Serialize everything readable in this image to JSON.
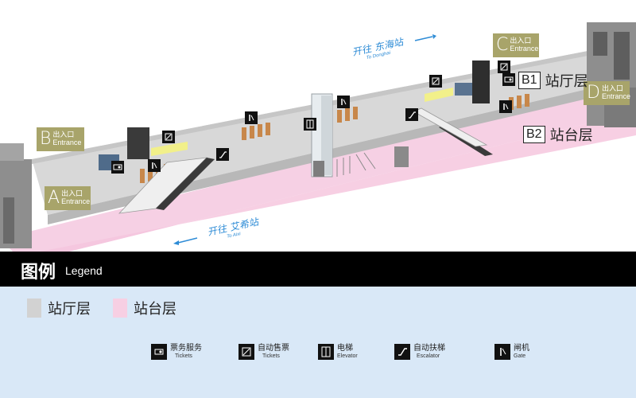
{
  "entrances": [
    {
      "letter": "A",
      "cn": "出入口",
      "en": "Entrance"
    },
    {
      "letter": "B",
      "cn": "出入口",
      "en": "Entrance"
    },
    {
      "letter": "C",
      "cn": "出入口",
      "en": "Entrance"
    },
    {
      "letter": "D",
      "cn": "出入口",
      "en": "Entrance"
    }
  ],
  "floors": [
    {
      "code": "B1",
      "name": "站厅层"
    },
    {
      "code": "B2",
      "name": "站台层"
    }
  ],
  "directions": [
    {
      "cn": "开往 东海站",
      "en": "To Donghai"
    },
    {
      "cn": "开往 艾希站",
      "en": "To Aixi"
    }
  ],
  "legend": {
    "title": "图例",
    "subtitle": "Legend",
    "swatches": [
      {
        "label": "站厅层",
        "color": "#d2d2d2"
      },
      {
        "label": "站台层",
        "color": "#f7cfe3"
      }
    ],
    "icons": [
      {
        "icon": "ticket-service-icon",
        "cn": "票务服务",
        "en": "Tickets"
      },
      {
        "icon": "ticket-machine-icon",
        "cn": "自动售票",
        "en": "Tickets"
      },
      {
        "icon": "elevator-icon",
        "cn": "电梯",
        "en": "Elevator"
      },
      {
        "icon": "escalator-icon",
        "cn": "自动扶梯",
        "en": "Escalator"
      },
      {
        "icon": "gate-icon",
        "cn": "闸机",
        "en": "Gate"
      }
    ]
  },
  "colors": {
    "concourse": "#d6d6d6",
    "platform": "#f7cfe3",
    "entrance": "#a8a46a",
    "direction": "#2e8cd6",
    "gate": "#c8874a",
    "highlight": "#f2f08a"
  }
}
